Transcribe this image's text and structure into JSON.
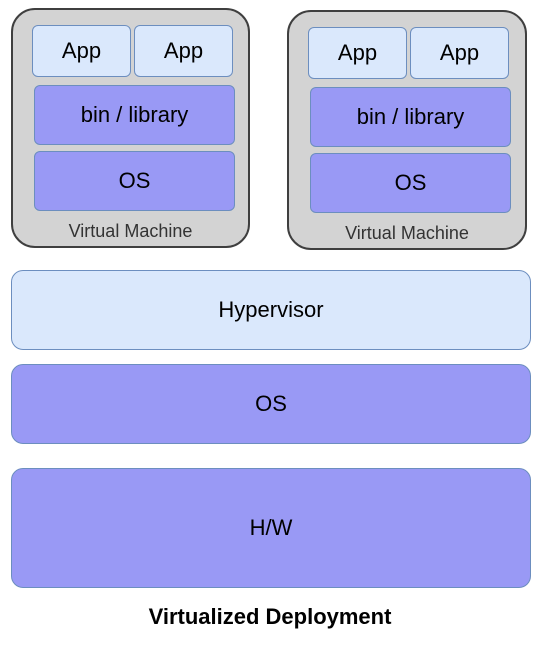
{
  "virtual_machines": [
    {
      "apps": [
        "App",
        "App"
      ],
      "bin_library": "bin / library",
      "os": "OS",
      "label": "Virtual Machine"
    },
    {
      "apps": [
        "App",
        "App"
      ],
      "bin_library": "bin / library",
      "os": "OS",
      "label": "Virtual Machine"
    }
  ],
  "layers": {
    "hypervisor": "Hypervisor",
    "host_os": "OS",
    "hardware": "H/W"
  },
  "caption": "Virtualized Deployment",
  "colors": {
    "vm_background": "#d3d3d3",
    "vm_border": "#3f3f3f",
    "light_blue": "#dae8fc",
    "purple": "#9999f5",
    "box_border": "#6c8ebf"
  }
}
